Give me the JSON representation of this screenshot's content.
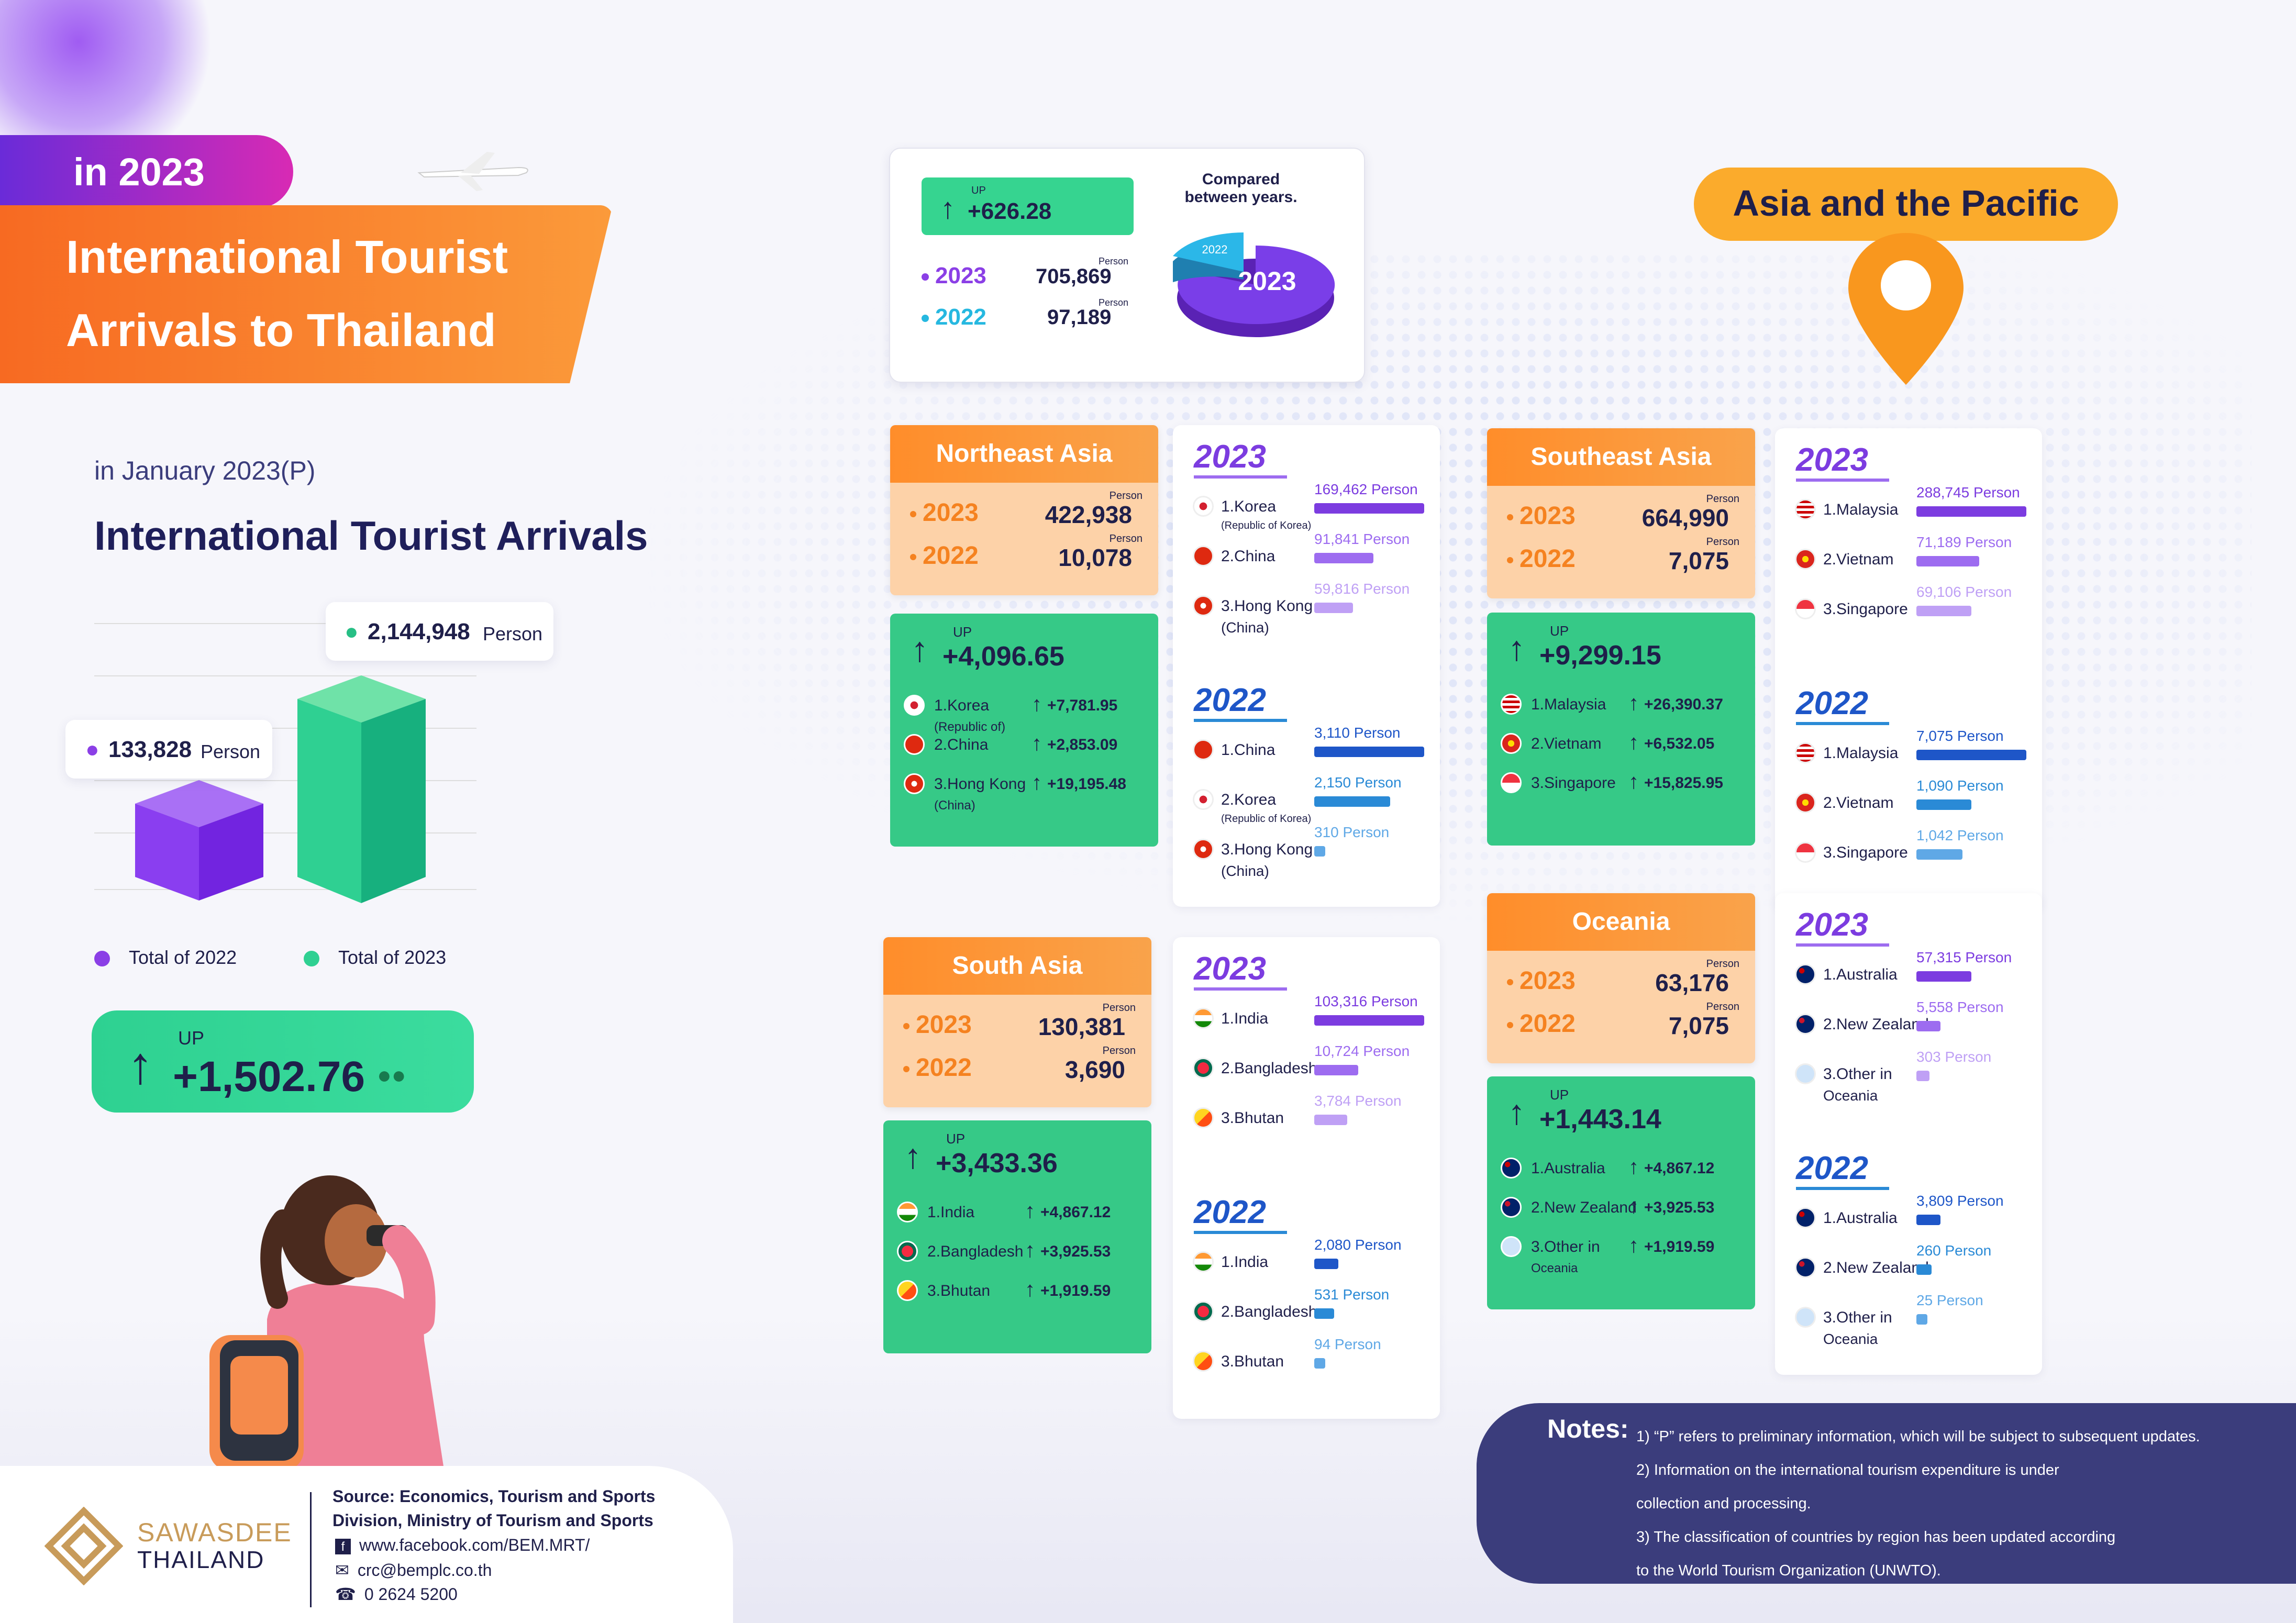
{
  "header": {
    "year_tag": "in 2023",
    "title_line1": "International Tourist",
    "title_line2": "Arrivals to Thailand"
  },
  "summary": {
    "period": "in January 2023(P)",
    "heading": "International Tourist Arrivals",
    "total_2022": "133,828",
    "total_2023": "2,144,948",
    "person_label": "Person",
    "legend_2022": "Total of 2022",
    "legend_2023": "Total of 2023",
    "up_label": "UP",
    "up_value": "+1,502.76"
  },
  "asia_pacific": {
    "title": "Asia and the Pacific",
    "up_label": "UP",
    "up_value": "+626.28",
    "compared_line1": "Compared",
    "compared_line2": "between years.",
    "year_2023": "2023",
    "year_2022": "2022",
    "value_2023": "705,869",
    "value_2022": "97,189",
    "person_label": "Person",
    "pie_label_2023": "2023",
    "pie_label_2022": "2022",
    "share_2023": 0.879
  },
  "colors": {
    "orange": "#f58220",
    "purple": "#8b3fe6",
    "cyan": "#26b8e0",
    "green": "#36c987",
    "navy": "#3b3d7c"
  },
  "regions": {
    "northeast": {
      "name": "Northeast Asia",
      "y2023_label": "2023",
      "y2023_value": "422,938",
      "y2022_label": "2022",
      "y2022_value": "10,078",
      "person": "Person",
      "up_label": "UP",
      "up_value": "+4,096.65",
      "changes": [
        {
          "name": "1.Korea",
          "sub": "(Republic of)",
          "value": "+7,781.95",
          "flag": "korea-flag-icon"
        },
        {
          "name": "2.China",
          "sub": "",
          "value": "+2,853.09",
          "flag": "china-flag-icon"
        },
        {
          "name": "3.Hong Kong",
          "sub": "(China)",
          "value": "+19,195.48",
          "flag": "hongkong-flag-icon"
        }
      ],
      "top2023_heading": "2023",
      "top2023": [
        {
          "name": "1.Korea",
          "sub": "(Republic of Korea)",
          "value": "169,462 Person",
          "flag": "korea-flag-icon",
          "share": 1.0
        },
        {
          "name": "2.China",
          "sub": "",
          "value": "91,841 Person",
          "flag": "china-flag-icon",
          "share": 0.54
        },
        {
          "name": "3.Hong Kong",
          "sub": "(China)",
          "value": "59,816 Person",
          "flag": "hongkong-flag-icon",
          "share": 0.35
        }
      ],
      "top2022_heading": "2022",
      "top2022": [
        {
          "name": "1.China",
          "sub": "",
          "value": "3,110 Person",
          "flag": "china-flag-icon",
          "share": 1.0
        },
        {
          "name": "2.Korea",
          "sub": "(Republic of Korea)",
          "value": "2,150 Person",
          "flag": "korea-flag-icon",
          "share": 0.69
        },
        {
          "name": "3.Hong Kong",
          "sub": "(China)",
          "value": "310 Person",
          "flag": "hongkong-flag-icon",
          "share": 0.1
        }
      ]
    },
    "southeast": {
      "name": "Southeast Asia",
      "y2023_label": "2023",
      "y2023_value": "664,990",
      "y2022_label": "2022",
      "y2022_value": "7,075",
      "person": "Person",
      "up_label": "UP",
      "up_value": "+9,299.15",
      "changes": [
        {
          "name": "1.Malaysia",
          "sub": "",
          "value": "+26,390.37",
          "flag": "malaysia-flag-icon"
        },
        {
          "name": "2.Vietnam",
          "sub": "",
          "value": "+6,532.05",
          "flag": "vietnam-flag-icon"
        },
        {
          "name": "3.Singapore",
          "sub": "",
          "value": "+15,825.95",
          "flag": "singapore-flag-icon"
        }
      ],
      "top2023_heading": "2023",
      "top2023": [
        {
          "name": "1.Malaysia",
          "sub": "",
          "value": "288,745 Person",
          "flag": "malaysia-flag-icon",
          "share": 1.0
        },
        {
          "name": "2.Vietnam",
          "sub": "",
          "value": "71,189 Person",
          "flag": "vietnam-flag-icon",
          "share": 0.57
        },
        {
          "name": "3.Singapore",
          "sub": "",
          "value": "69,106 Person",
          "flag": "singapore-flag-icon",
          "share": 0.5
        }
      ],
      "top2022_heading": "2022",
      "top2022": [
        {
          "name": "1.Malaysia",
          "sub": "",
          "value": "7,075 Person",
          "flag": "malaysia-flag-icon",
          "share": 1.0
        },
        {
          "name": "2.Vietnam",
          "sub": "",
          "value": "1,090 Person",
          "flag": "vietnam-flag-icon",
          "share": 0.5
        },
        {
          "name": "3.Singapore",
          "sub": "",
          "value": "1,042 Person",
          "flag": "singapore-flag-icon",
          "share": 0.42
        }
      ]
    },
    "south": {
      "name": "South Asia",
      "y2023_label": "2023",
      "y2023_value": "130,381",
      "y2022_label": "2022",
      "y2022_value": "3,690",
      "person": "Person",
      "up_label": "UP",
      "up_value": "+3,433.36",
      "changes": [
        {
          "name": "1.India",
          "sub": "",
          "value": "+4,867.12",
          "flag": "india-flag-icon"
        },
        {
          "name": "2.Bangladesh",
          "sub": "",
          "value": "+3,925.53",
          "flag": "bangladesh-flag-icon"
        },
        {
          "name": "3.Bhutan",
          "sub": "",
          "value": "+1,919.59",
          "flag": "bhutan-flag-icon"
        }
      ],
      "top2023_heading": "2023",
      "top2023": [
        {
          "name": "1.India",
          "sub": "",
          "value": "103,316 Person",
          "flag": "india-flag-icon",
          "share": 1.0
        },
        {
          "name": "2.Bangladesh",
          "sub": "",
          "value": "10,724 Person",
          "flag": "bangladesh-flag-icon",
          "share": 0.4
        },
        {
          "name": "3.Bhutan",
          "sub": "",
          "value": "3,784 Person",
          "flag": "bhutan-flag-icon",
          "share": 0.3
        }
      ],
      "top2022_heading": "2022",
      "top2022": [
        {
          "name": "1.India",
          "sub": "",
          "value": "2,080 Person",
          "flag": "india-flag-icon",
          "share": 0.22
        },
        {
          "name": "2.Bangladesh",
          "sub": "",
          "value": "531 Person",
          "flag": "bangladesh-flag-icon",
          "share": 0.18
        },
        {
          "name": "3.Bhutan",
          "sub": "",
          "value": "94 Person",
          "flag": "bhutan-flag-icon",
          "share": 0.1
        }
      ]
    },
    "oceania": {
      "name": "Oceania",
      "y2023_label": "2023",
      "y2023_value": "63,176",
      "y2022_label": "2022",
      "y2022_value": "7,075",
      "person": "Person",
      "up_label": "UP",
      "up_value": "+1,443.14",
      "changes": [
        {
          "name": "1.Australia",
          "sub": "",
          "value": "+4,867.12",
          "flag": "australia-flag-icon"
        },
        {
          "name": "2.New Zealand",
          "sub": "",
          "value": "+3,925.53",
          "flag": "newzealand-flag-icon"
        },
        {
          "name": "3.Other in",
          "sub": "Oceania",
          "value": "+1,919.59",
          "flag": "oceania-dot-icon"
        }
      ],
      "top2023_heading": "2023",
      "top2023": [
        {
          "name": "1.Australia",
          "sub": "",
          "value": "57,315 Person",
          "flag": "australia-flag-icon",
          "share": 0.5
        },
        {
          "name": "2.New Zealand",
          "sub": "",
          "value": "5,558 Person",
          "flag": "newzealand-flag-icon",
          "share": 0.22
        },
        {
          "name": "3.Other in",
          "sub": "Oceania",
          "value": "303 Person",
          "flag": "oceania-dot-icon",
          "share": 0.12
        }
      ],
      "top2022_heading": "2022",
      "top2022": [
        {
          "name": "1.Australia",
          "sub": "",
          "value": "3,809 Person",
          "flag": "australia-flag-icon",
          "share": 0.22
        },
        {
          "name": "2.New Zealand",
          "sub": "",
          "value": "260 Person",
          "flag": "newzealand-flag-icon",
          "share": 0.14
        },
        {
          "name": "3.Other in",
          "sub": "Oceania",
          "value": "25 Person",
          "flag": "oceania-dot-icon",
          "share": 0.1
        }
      ]
    }
  },
  "notes": {
    "title": "Notes:",
    "lines": [
      "1) “P” refers to preliminary information, which will be subject to subsequent updates.",
      "2) Information on the international tourism expenditure is under",
      "collection and processing.",
      "3) The classification of countries by region has been updated according",
      "to the World Tourism Organization (UNWTO)."
    ]
  },
  "footer": {
    "brand_line1": "SAWASDEE",
    "brand_line2": "THAILAND",
    "source_line1": "Source: Economics, Tourism and Sports",
    "source_line2": "Division, Ministry of Tourism and Sports",
    "facebook": "www.facebook.com/BEM.MRT/",
    "email": "crc@bemplc.co.th",
    "phone": "0 2624 5200"
  }
}
